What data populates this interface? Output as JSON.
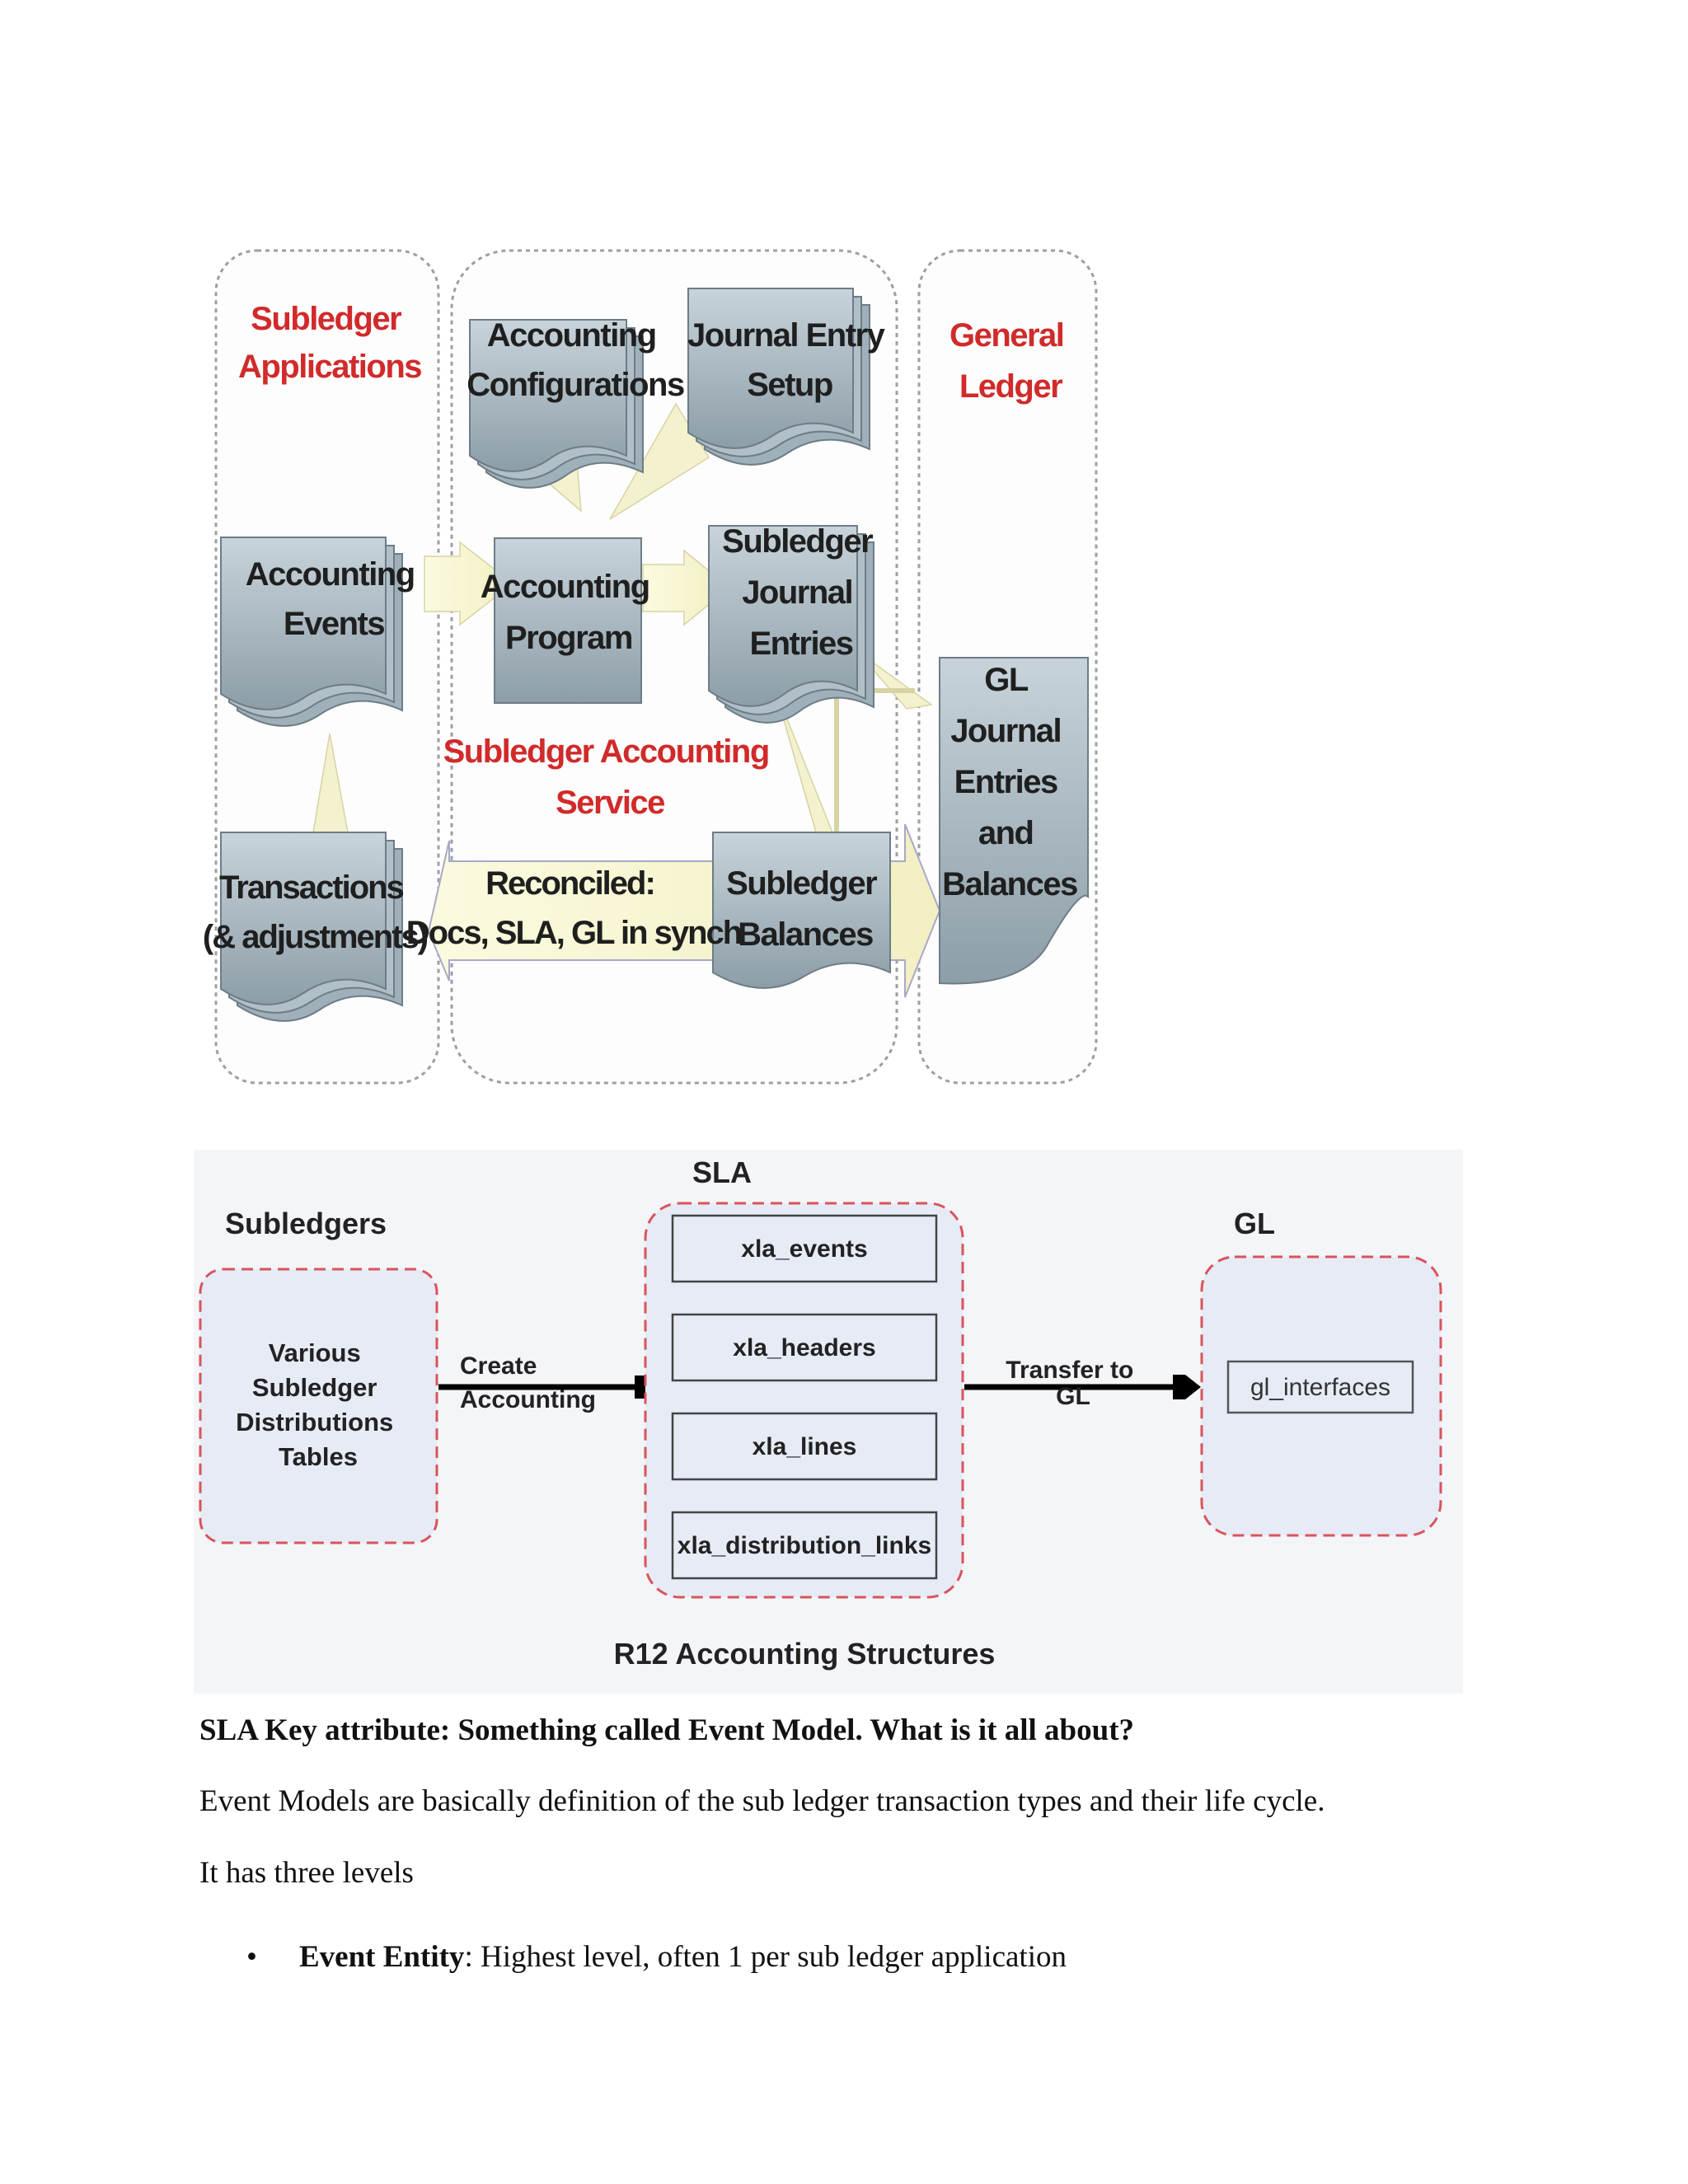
{
  "figure1": {
    "subledger_applications": [
      "Subledger",
      "Applications"
    ],
    "accounting_configurations": [
      "Accounting",
      "Configurations"
    ],
    "journal_entry_setup": [
      "Journal Entry",
      "Setup"
    ],
    "general_ledger": [
      "General",
      "Ledger"
    ],
    "accounting_events": [
      "Accounting",
      "Events"
    ],
    "accounting_program": [
      "Accounting",
      "Program"
    ],
    "subledger_journal_entries": [
      "Subledger",
      "Journal",
      "Entries"
    ],
    "gl_journal": [
      "GL",
      "Journal",
      "Entries",
      "and",
      "Balances"
    ],
    "subledger_accounting_service": [
      "Subledger Accounting",
      "Service"
    ],
    "transactions": [
      "Transactions",
      "(& adjustments)"
    ],
    "reconciled": [
      "Reconciled:",
      "Docs, SLA, GL in synch"
    ],
    "subledger_balances": [
      "Subledger",
      "Balances"
    ]
  },
  "figure2": {
    "subledgers_heading": "Subledgers",
    "sla_heading": "SLA",
    "gl_heading": "GL",
    "subledger_tables": [
      "Various",
      "Subledger",
      "Distributions",
      "Tables"
    ],
    "create_accounting": [
      "Create",
      "Accounting"
    ],
    "sla_tables": [
      "xla_events",
      "xla_headers",
      "xla_lines",
      "xla_distribution_links"
    ],
    "transfer_to_gl": [
      "Transfer to",
      "GL"
    ],
    "gl_interfaces": "gl_interfaces",
    "caption": "R12 Accounting Structures"
  },
  "text": {
    "question": "SLA Key attribute: Something called Event Model.  What is it all about?",
    "definition": "Event Models are basically definition of the sub ledger transaction types and their life cycle.",
    "levels_intro": "It has three levels",
    "bullet": "•",
    "level_term": "Event Entity",
    "level_desc": ": Highest level, often 1 per sub ledger application"
  },
  "colors": {
    "red_label": "#d12a2a",
    "box_fill": "#b8c6cf",
    "dashed_border": "#d9545b",
    "panel_fill": "#e6ebf6"
  }
}
